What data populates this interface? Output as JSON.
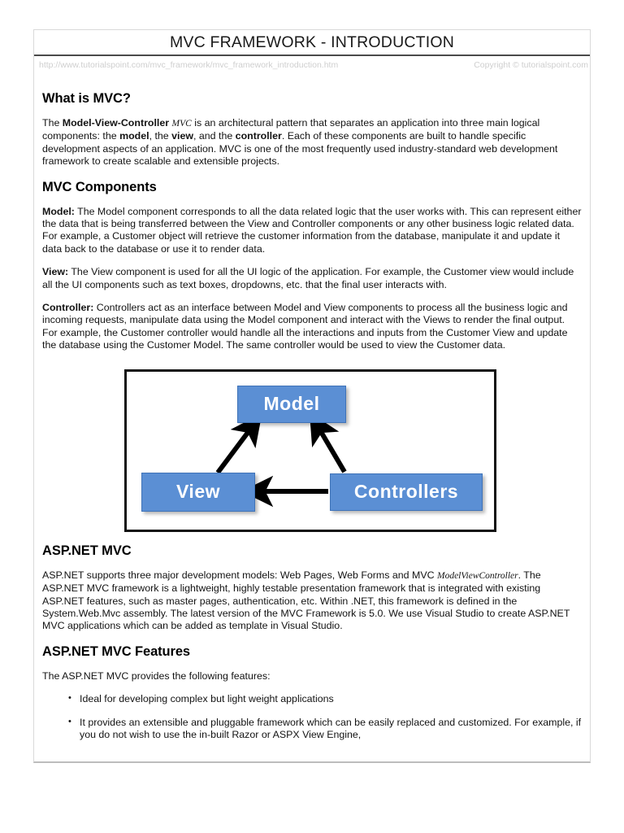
{
  "document": {
    "title": "MVC FRAMEWORK - INTRODUCTION",
    "url": "http://www.tutorialspoint.com/mvc_framework/mvc_framework_introduction.htm",
    "copyright": "Copyright © tutorialspoint.com"
  },
  "sections": {
    "what_is_mvc": {
      "heading": "What is MVC?",
      "paragraph_parts": {
        "p1": "The ",
        "p2": "Model-View-Controller",
        "p3": " ",
        "p4": "MVC",
        "p5": " is an architectural pattern that separates an application into three main logical components: the ",
        "p6": "model",
        "p7": ", the ",
        "p8": "view",
        "p9": ", and the ",
        "p10": "controller",
        "p11": ". Each of these components are built to handle specific development aspects of an application. MVC is one of the most frequently used industry-standard web development framework to create scalable and extensible projects."
      }
    },
    "mvc_components": {
      "heading": "MVC Components",
      "model": {
        "label": "Model:",
        "text": " The Model component corresponds to all the data related logic that the user works with. This can represent either the data that is being transferred between the View and Controller components or any other business logic related data. For example, a Customer object will retrieve the customer information from the database, manipulate it and update it data back to the database or use it to render data."
      },
      "view": {
        "label": "View:",
        "text": " The View component is used for all the UI logic of the application. For example, the Customer view would include all the UI components such as text boxes, dropdowns, etc. that the final user interacts with."
      },
      "controller": {
        "label": "Controller:",
        "text": " Controllers act as an interface between Model and View components to process all the business logic and incoming requests, manipulate data using the Model component and interact with the Views to render the final output. For example, the Customer controller would handle all the interactions and inputs from the Customer View and update the database using the Customer Model. The same controller would be used to view the Customer data."
      }
    },
    "diagram": {
      "boxes": {
        "model": "Model",
        "view": "View",
        "controllers": "Controllers"
      },
      "box_color": "#5b8fd4",
      "arrow_color": "#000000",
      "arrows": [
        {
          "from": "view",
          "to": "model"
        },
        {
          "from": "controllers",
          "to": "model"
        },
        {
          "from": "controllers",
          "to": "view"
        }
      ]
    },
    "aspnet_mvc": {
      "heading": "ASP.NET MVC",
      "paragraph_parts": {
        "p1": "ASP.NET supports three major development models: Web Pages, Web Forms and MVC ",
        "p2": "ModelViewController",
        "p3": ". The ASP.NET MVC framework is a lightweight, highly testable presentation framework that is integrated with existing ASP.NET features, such as master pages, authentication, etc. Within .NET, this framework is defined in the System.Web.Mvc assembly. The latest version of the MVC Framework is 5.0. We use Visual Studio to create ASP.NET MVC applications which can be added as template in Visual Studio."
      }
    },
    "aspnet_mvc_features": {
      "heading": "ASP.NET MVC Features",
      "intro": "The ASP.NET MVC provides the following features:",
      "items": [
        "Ideal for developing complex but light weight applications",
        "It provides an extensible and pluggable framework which can be easily replaced and customized. For example, if you do not wish to use the in-built Razor or ASPX View Engine,"
      ]
    }
  }
}
